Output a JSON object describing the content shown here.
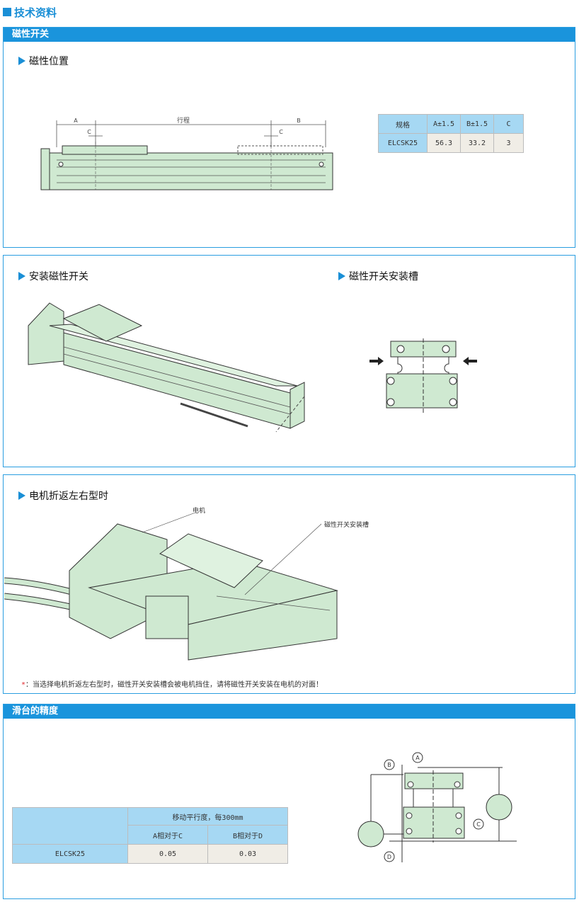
{
  "page": {
    "title": "技术资料"
  },
  "magnetic_switch": {
    "header": "磁性开关",
    "position": {
      "title": "磁性位置",
      "labels": {
        "a": "A",
        "stroke": "行程",
        "b": "B",
        "c": "C"
      },
      "table": {
        "headers": [
          "规格",
          "A±1.5",
          "B±1.5",
          "C"
        ],
        "rows": [
          [
            "ELCSK25",
            "56.3",
            "33.2",
            "3"
          ]
        ]
      }
    },
    "install": {
      "title": "安装磁性开关"
    },
    "groove": {
      "title": "磁性开关安装槽"
    },
    "motor_fold": {
      "title": "电机折返左右型时",
      "label_motor": "电机",
      "label_groove": "磁性开关安装槽",
      "note_mark": "*",
      "note": "：当选择电机折返左右型时，磁性开关安装槽会被电机挡住，请将磁性开关安装在电机的对面！"
    }
  },
  "accuracy": {
    "header": "滑台的精度",
    "table": {
      "top_header": "移动平行度，每300mm",
      "sub_headers": [
        "A相对于C",
        "B相对于D"
      ],
      "rows": [
        {
          "model": "ELCSK25",
          "values": [
            "0.05",
            "0.03"
          ]
        }
      ]
    },
    "markers": [
      "A",
      "B",
      "C",
      "D"
    ]
  },
  "colors": {
    "accent": "#1a94dc",
    "part_fill": "#cfe9d1",
    "table_header": "#a6d8f3",
    "table_value": "#f0ede6"
  }
}
